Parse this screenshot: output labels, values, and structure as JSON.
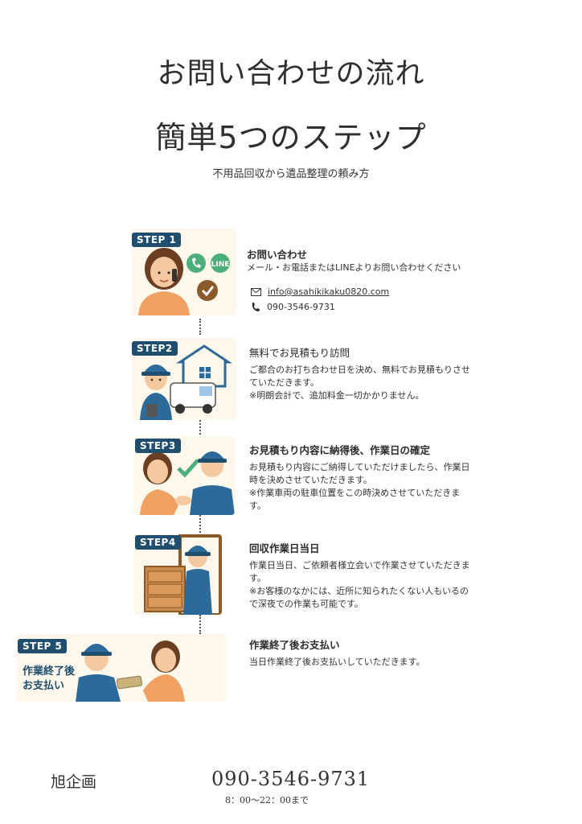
{
  "header": {
    "title_line1": "お問い合わせの流れ",
    "title_line2": "簡単5つのステップ",
    "subtitle": "不用品回収から遺品整理の頼み方"
  },
  "colors": {
    "badge": "#1f4e6e",
    "illustration_bg": "#fdf7ec",
    "accent_green": "#4caf7a",
    "worker_blue": "#2c6a9a",
    "skin": "#f4c9a0"
  },
  "steps": [
    {
      "badge": "STEP 1",
      "title": "お問い合わせ",
      "body": "メール・お電話またはLINEよりお問い合わせください",
      "email": "info@asahikikaku0820.com",
      "phone": "090-3546-9731",
      "line_label": "LINE"
    },
    {
      "badge": "STEP2",
      "title": "無料でお見積もり訪問",
      "body": "ご都合のお打ち合わせ日を決め、無料でお見積もりさせていただきます。\n※明朗会計で、追加料金一切かかりません。"
    },
    {
      "badge": "STEP3",
      "title": "お見積もり内容に納得後、作業日の確定",
      "body": "お見積もり内容にご納得していただけましたら、作業日時を決めさせていただきます。\n※作業車両の駐車位置をこの時決めさせていただきます。"
    },
    {
      "badge": "STEP4",
      "title": "回収作業日当日",
      "body": "作業日当日、ご依頼者様立会いで作業させていただきます。\n※お客様のなかには、近所に知られたくない人もいるので深夜での作業も可能です。"
    },
    {
      "badge": "STEP 5",
      "title": "作業終了後お支払い",
      "body": "当日作業終了後お支払いしていただきます。",
      "illus_label_1": "作業終了後",
      "illus_label_2": "お支払い"
    }
  ],
  "footer": {
    "company": "旭企画",
    "phone": "090-3546-9731",
    "hours": "8：00〜22：00まで"
  }
}
